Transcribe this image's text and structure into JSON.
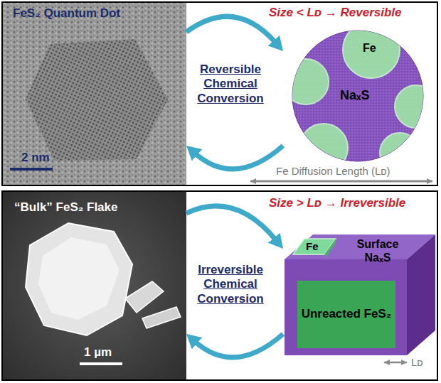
{
  "diagram": {
    "nodes": [
      {
        "text": [
          "Size < Lᴅ → Reversible"
        ]
      },
      {
        "text": [
          "FeS₂ Quantum Dot",
          "2 nm"
        ],
        "in": 0
      },
      {
        "text": [
          "Fe",
          "NaₓS"
        ],
        "in": 0
      },
      {
        "text": [
          "Size > Lᴅ → Irreversible"
        ]
      },
      {
        "text": [
          "“Bulk” FeS₂ Flake",
          "1 µm"
        ],
        "in": 3
      },
      {
        "text": [
          "Fe",
          "Surface NaₓS"
        ],
        "in": 3
      },
      {
        "text": [
          "Unreacted FeS₂"
        ],
        "in": 5
      }
    ],
    "edges": [
      {
        "from": 1,
        "to": 2,
        "arrow": "to"
      },
      {
        "from": 2,
        "to": 1,
        "arrow": "to"
      },
      {
        "from": 4,
        "to": 5,
        "arrow": "to"
      },
      {
        "from": 5,
        "to": 4,
        "arrow": "to"
      }
    ],
    "labels": [
      "Reversible Chemical Conversion",
      "Fe Diffusion Length (Lᴅ)",
      "Irreversible Chemical Conversion",
      "Lᴅ"
    ]
  }
}
